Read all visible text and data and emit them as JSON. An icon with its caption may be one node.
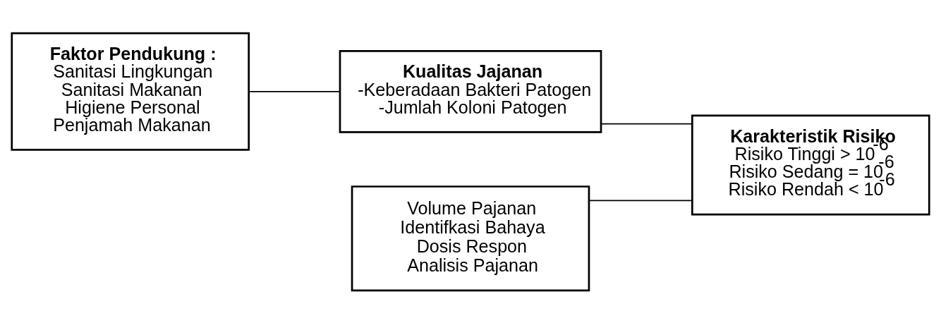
{
  "diagram": {
    "nodes": [
      {
        "text": [
          "Faktor Pendukung :",
          "Sanitasi Lingkungan",
          "Sanitasi Makanan",
          "Higiene Personal",
          "Penjamah Makanan"
        ]
      },
      {
        "text": [
          "Kualitas Jajanan",
          "-Keberadaan Bakteri Patogen",
          "-Jumlah Koloni Patogen"
        ]
      },
      {
        "text": [
          "Karakteristik Risiko",
          "Risiko Tinggi > 10$^{-6}$",
          "Risiko Sedang = 10$^{-6}$",
          "Risiko Rendah < 10$^{-6}$"
        ]
      },
      {
        "text": [
          "Volume Pajanan",
          "Identifkasi Bahaya",
          "Dosis Respon",
          "Analisis Pajanan"
        ]
      }
    ],
    "edges": [
      {
        "from": 0,
        "to": 1,
        "arrow": "none"
      },
      {
        "from": 1,
        "to": 2,
        "arrow": "none"
      },
      {
        "from": 3,
        "to": 2,
        "arrow": "none"
      }
    ]
  }
}
